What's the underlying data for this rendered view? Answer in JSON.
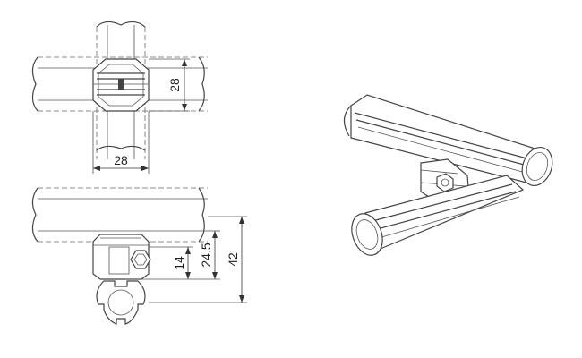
{
  "dimensions": {
    "top_view_height": "28",
    "top_view_width": "28",
    "side_view_small": "14",
    "side_view_mid": "24.5",
    "side_view_total": "42"
  }
}
